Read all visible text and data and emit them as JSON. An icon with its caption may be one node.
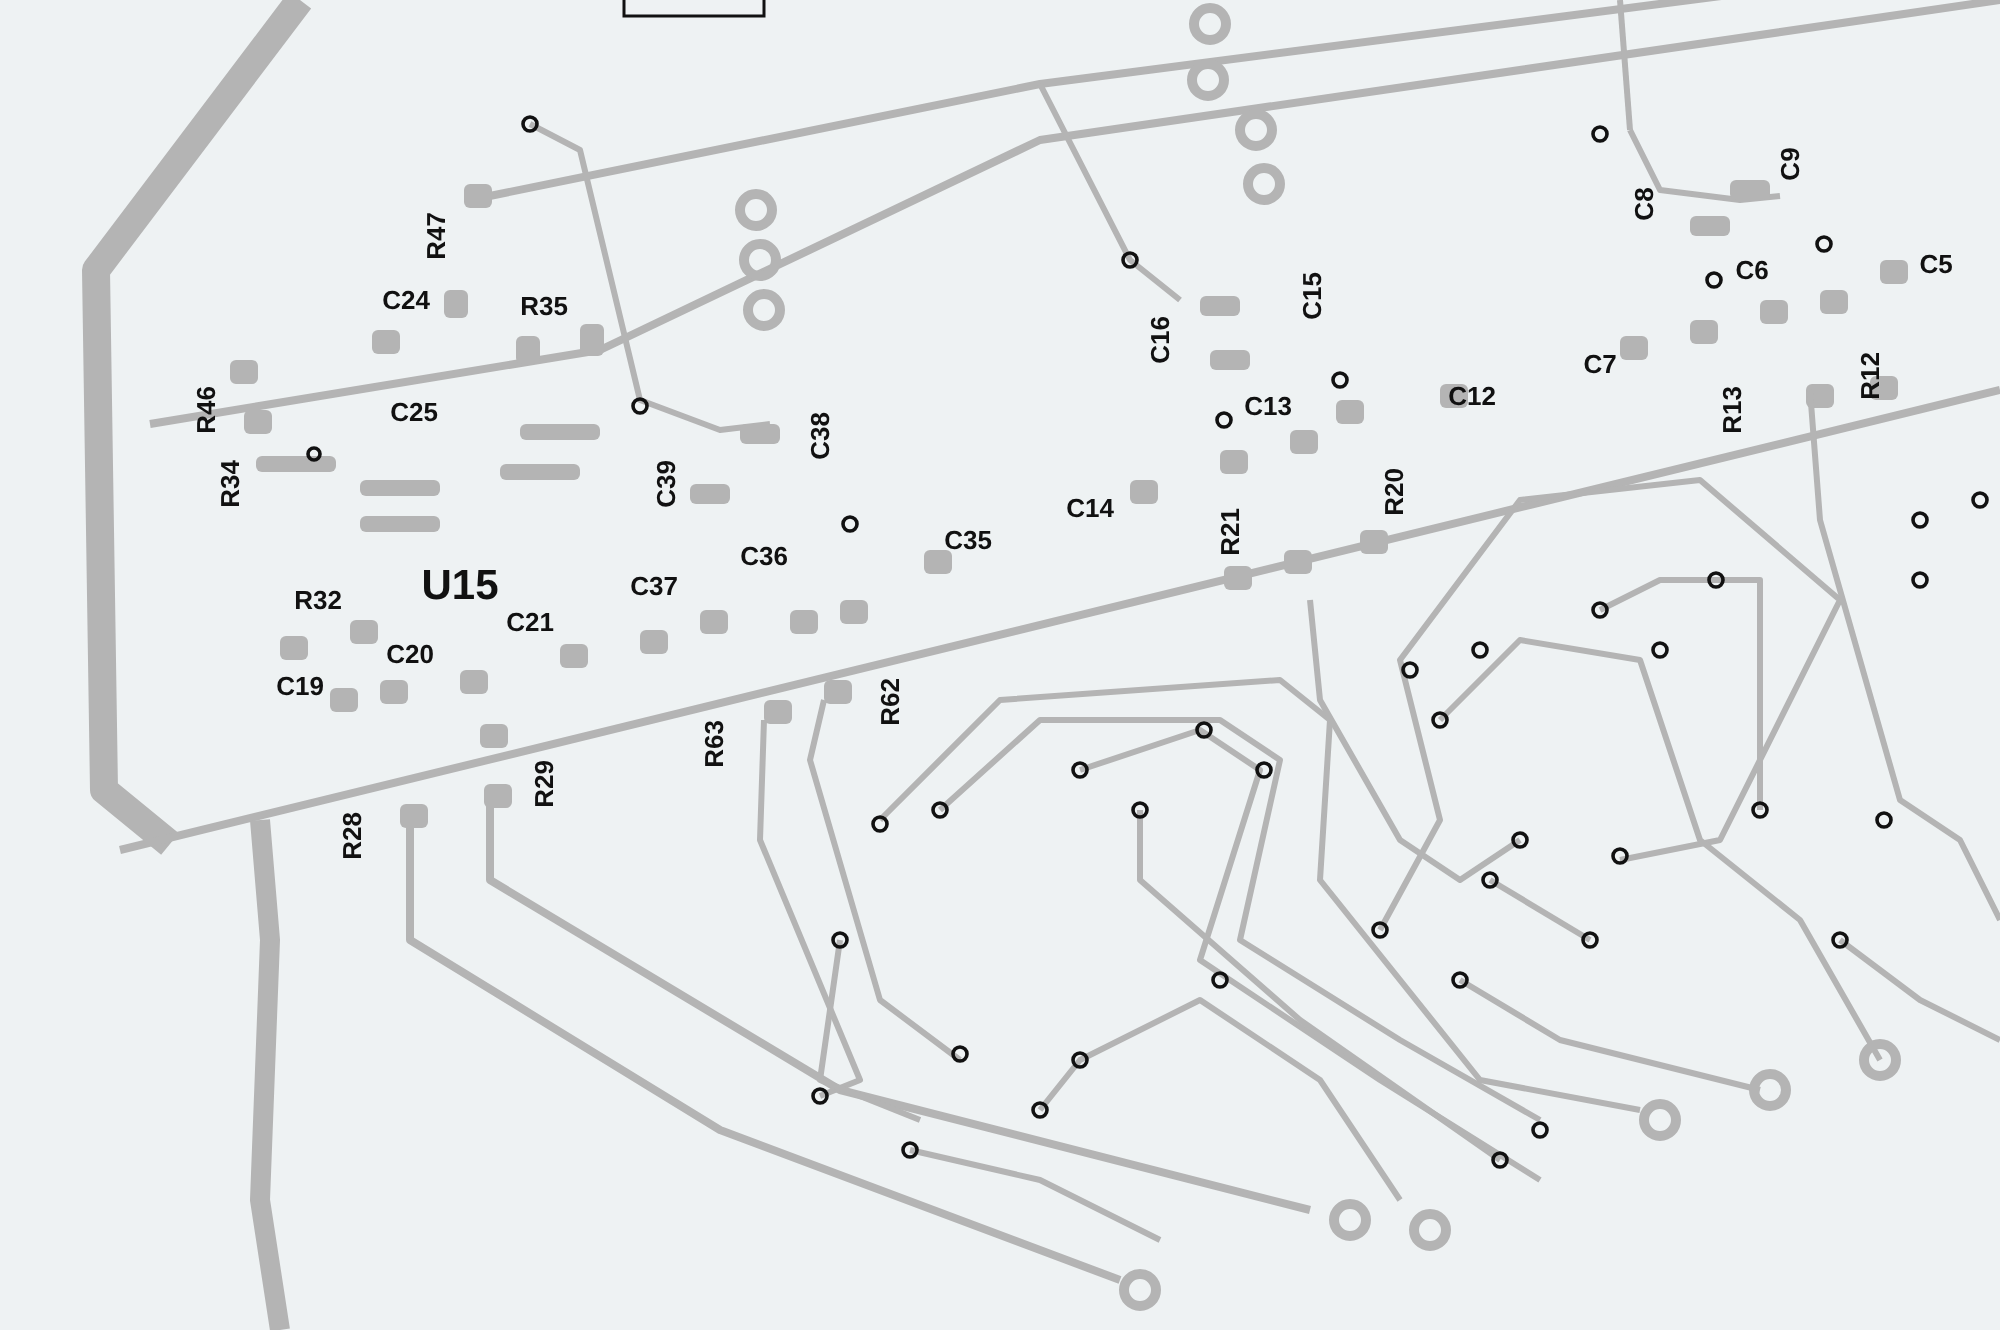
{
  "diagram": {
    "labels": [
      "R47",
      "C9",
      "C8",
      "C24",
      "R35",
      "C6",
      "C5",
      "C15",
      "C16",
      "C7",
      "R12",
      "R46",
      "C13",
      "C12",
      "R13",
      "C25",
      "C39",
      "C38",
      "R34",
      "C14",
      "R20",
      "C35",
      "R21",
      "C36",
      "C37",
      "U15",
      "R32",
      "C21",
      "C20",
      "R62",
      "C19",
      "R63",
      "R29",
      "R28"
    ]
  }
}
